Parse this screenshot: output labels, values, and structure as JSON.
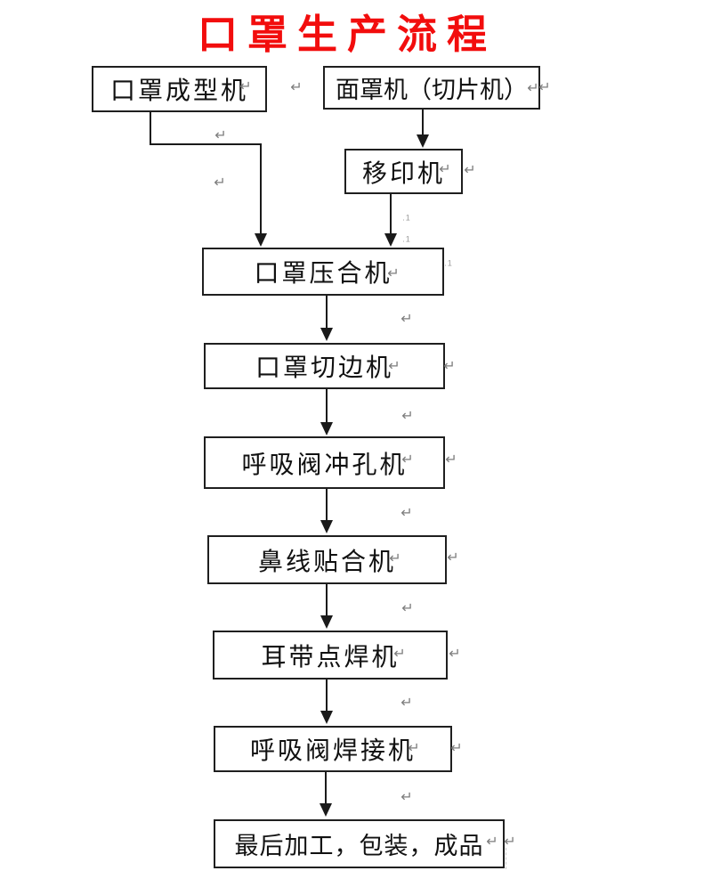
{
  "title": {
    "text": "口罩生产流程",
    "color": "#f20d0d"
  },
  "glyphs": {
    "return_mark": "↵",
    "faint_mark": ".1"
  },
  "nodes": [
    {
      "id": "mask-forming-machine",
      "label": "口罩成型机"
    },
    {
      "id": "face-mask-machine",
      "label": "面罩机（切片机）"
    },
    {
      "id": "pad-printing-machine",
      "label": "移印机"
    },
    {
      "id": "mask-pressing-machine",
      "label": "口罩压合机"
    },
    {
      "id": "mask-edge-cutting-machine",
      "label": "口罩切边机"
    },
    {
      "id": "breathing-valve-punching-machine",
      "label": "呼吸阀冲孔机"
    },
    {
      "id": "nose-wire-laminating-machine",
      "label": "鼻线贴合机"
    },
    {
      "id": "ear-strap-spot-welding-machine",
      "label": "耳带点焊机"
    },
    {
      "id": "breathing-valve-welding-machine",
      "label": "呼吸阀焊接机"
    },
    {
      "id": "final-processing-packaging",
      "label": "最后加工，包装，成品"
    }
  ],
  "colors": {
    "box_border": "#1f1f1f",
    "arrow": "#1a1a1a",
    "paragraph_mark": "#7d7d7d",
    "title_red": "#f20d0d"
  }
}
